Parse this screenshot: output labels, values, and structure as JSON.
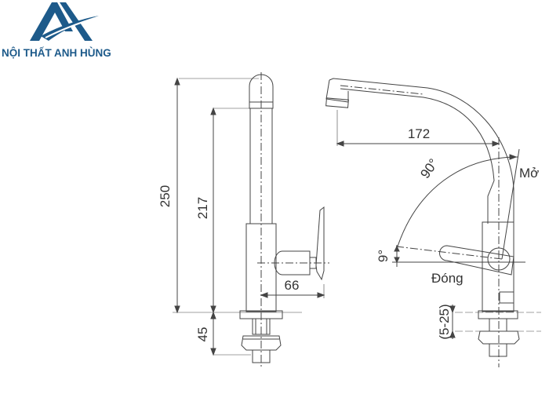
{
  "brand": {
    "name": "NỘI THẤT ANH HÙNG",
    "logo_icon": "mountain-logo-icon",
    "color": "#1d5a8a"
  },
  "drawing": {
    "title": "Faucet technical dimensions",
    "front_view": {
      "dimensions": {
        "total_height": "250",
        "spout_height": "217",
        "handle_depth": "66",
        "base_height": "45"
      }
    },
    "side_view": {
      "dimensions": {
        "spout_reach": "172",
        "open_angle": "90°",
        "close_angle": "9°",
        "counter_thickness": "(5-25)"
      },
      "labels": {
        "open": "Mở",
        "closed": "Đóng"
      }
    }
  }
}
